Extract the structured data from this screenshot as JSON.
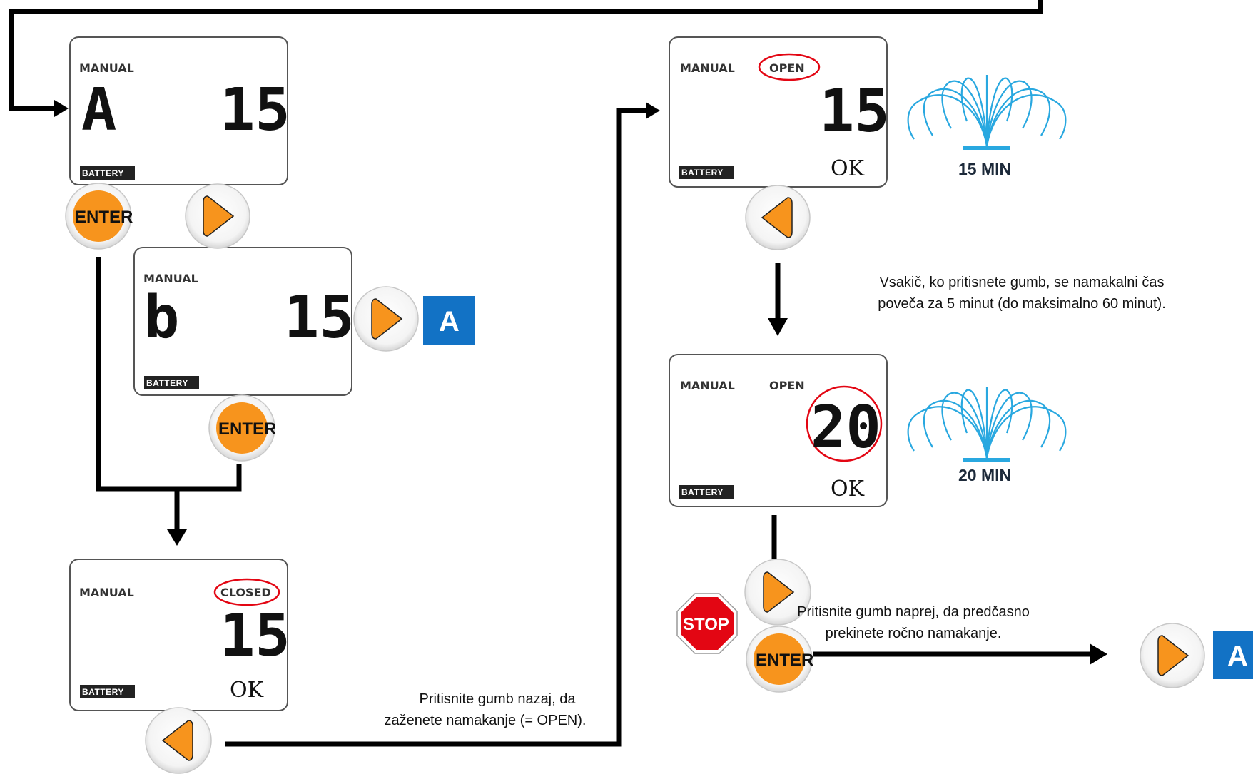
{
  "colors": {
    "accent_orange": "#f7941d",
    "fountain_blue": "#29a8e0",
    "marker_blue": "#1272c5",
    "highlight_red": "#e30613",
    "stop_red": "#e30613",
    "flow_line": "#000000"
  },
  "screens": {
    "a": {
      "mode": "MANUAL",
      "program": "A",
      "value": "15",
      "battery": "BATTERY"
    },
    "b": {
      "mode": "MANUAL",
      "program": "b",
      "value": "15",
      "battery": "BATTERY"
    },
    "closed": {
      "mode": "MANUAL",
      "status": "CLOSED",
      "value": "15",
      "ok": "OK",
      "battery": "BATTERY"
    },
    "open15": {
      "mode": "MANUAL",
      "status": "OPEN",
      "value": "15",
      "ok": "OK",
      "battery": "BATTERY"
    },
    "open20": {
      "mode": "MANUAL",
      "status": "OPEN",
      "value": "20",
      "ok": "OK",
      "battery": "BATTERY"
    }
  },
  "buttons": {
    "enter_label": "ENTER",
    "forward_icon": "triangle-right-icon",
    "back_icon": "triangle-left-icon",
    "stop_label": "STOP"
  },
  "markers": {
    "a": "A"
  },
  "fountains": {
    "first": {
      "label": "15 MIN"
    },
    "second": {
      "label": "20 MIN"
    }
  },
  "captions": {
    "back_line1": "Pritisnite gumb nazaj, da",
    "back_line2": "zaženete namakanje (= OPEN).",
    "increase_line1": "Vsakič, ko pritisnete gumb, se namakalni čas",
    "increase_line2": "poveča za 5 minut (do maksimalno 60 minut).",
    "stop_line1": "Pritisnite gumb naprej, da predčasno",
    "stop_line2": "prekinete ročno namakanje."
  }
}
